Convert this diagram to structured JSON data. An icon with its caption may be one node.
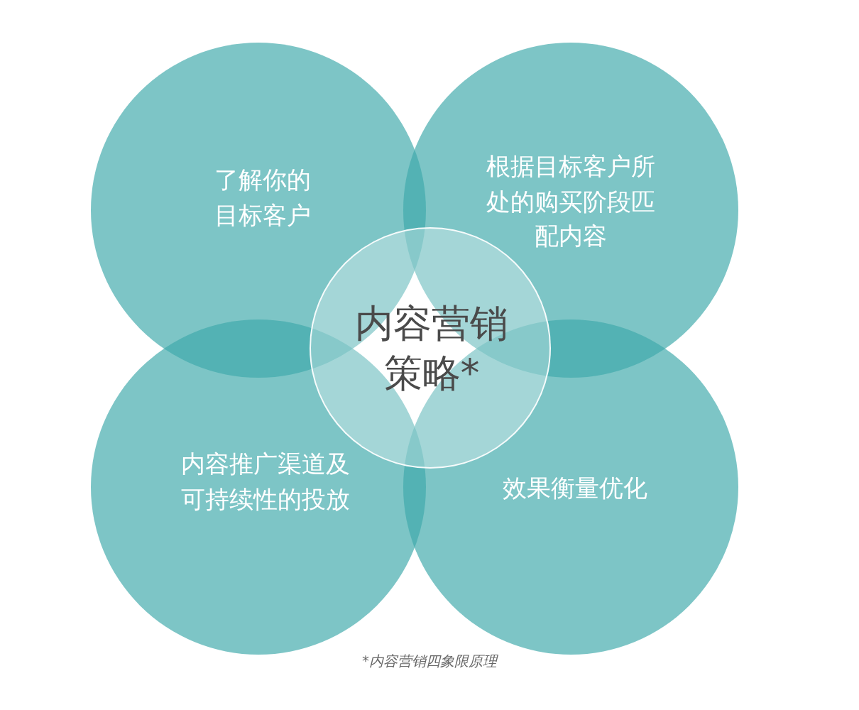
{
  "diagram": {
    "caption": "*内容营销四象限原理",
    "nodes": [
      {
        "text": [
          "了解你的目标客户"
        ]
      },
      {
        "text": [
          "根据目标客户所处的购买阶段匹配内容"
        ]
      },
      {
        "text": [
          "内容营销策略*"
        ]
      },
      {
        "text": [
          "内容推广渠道及可持续性的投放"
        ]
      },
      {
        "text": [
          "效果衡量优化"
        ]
      }
    ]
  }
}
